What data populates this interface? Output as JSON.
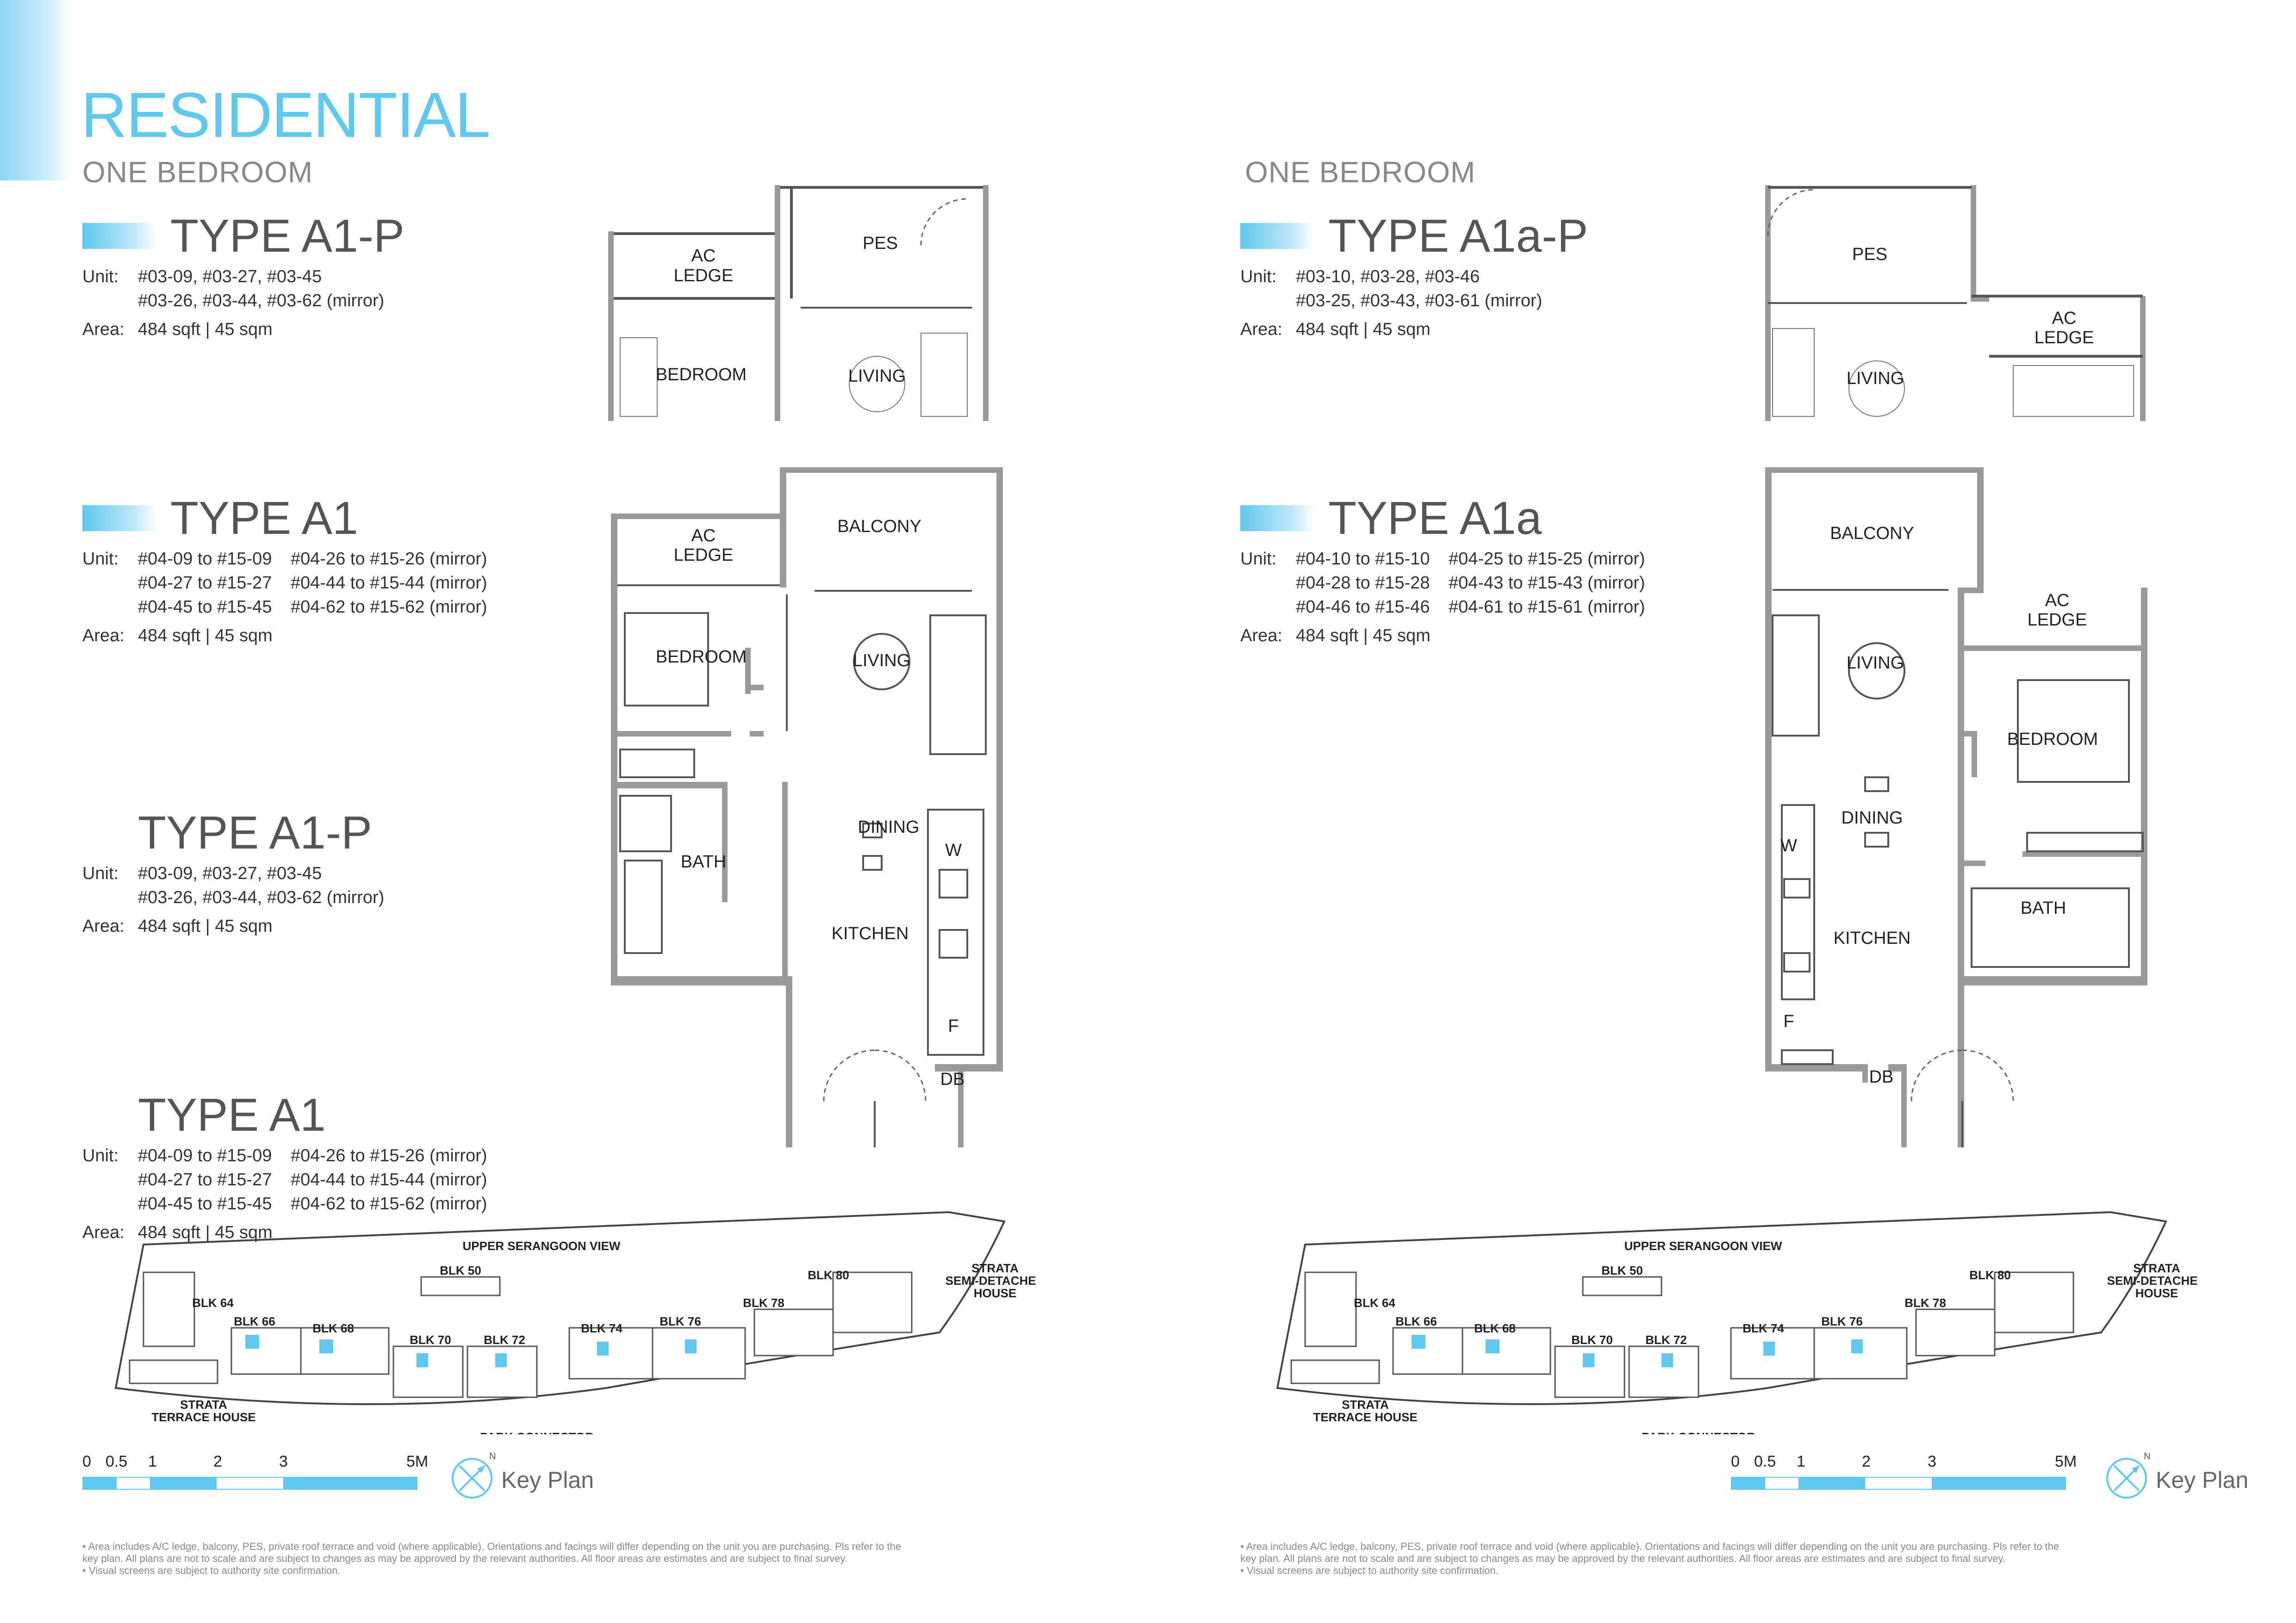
{
  "page": {
    "title": "RESIDENTIAL",
    "accent_color": "#5fc8ef"
  },
  "left": {
    "section": "ONE BEDROOM",
    "types": [
      {
        "name": "TYPE A1-P",
        "unit_label": "Unit:",
        "units_col1": [
          "#03-09, #03-27, #03-45",
          "#03-26, #03-44, #03-62 (mirror)"
        ],
        "units_col2": [],
        "area_label": "Area:",
        "area": "484 sqft | 45 sqm"
      },
      {
        "name": "TYPE A1",
        "unit_label": "Unit:",
        "units_col1": [
          "#04-09 to #15-09",
          "#04-27 to #15-27",
          "#04-45 to #15-45"
        ],
        "units_col2": [
          "#04-26 to #15-26 (mirror)",
          "#04-44 to #15-44 (mirror)",
          "#04-62 to #15-62 (mirror)"
        ],
        "area_label": "Area:",
        "area": "484 sqft | 45 sqm"
      },
      {
        "name": "TYPE A1-P",
        "unit_label": "Unit:",
        "units_col1": [
          "#03-09, #03-27, #03-45",
          "#03-26, #03-44, #03-62 (mirror)"
        ],
        "units_col2": [],
        "area_label": "Area:",
        "area": "484 sqft | 45 sqm"
      },
      {
        "name": "TYPE A1",
        "unit_label": "Unit:",
        "units_col1": [
          "#04-09 to #15-09",
          "#04-27 to #15-27",
          "#04-45 to #15-45"
        ],
        "units_col2": [
          "#04-26 to #15-26 (mirror)",
          "#04-44 to #15-44 (mirror)",
          "#04-62 to #15-62 (mirror)"
        ],
        "area_label": "Area:",
        "area": "484 sqft | 45 sqm"
      }
    ],
    "plan_top_labels": [
      "AC",
      "LEDGE",
      "PES",
      "BEDROOM",
      "LIVING"
    ],
    "plan_labels": [
      "AC",
      "LEDGE",
      "BALCONY",
      "BEDROOM",
      "LIVING",
      "DINING",
      "BATH",
      "W",
      "KITCHEN",
      "F",
      "DB"
    ]
  },
  "right": {
    "section": "ONE BEDROOM",
    "types": [
      {
        "name": "TYPE A1a-P",
        "unit_label": "Unit:",
        "units_col1": [
          "#03-10, #03-28, #03-46",
          "#03-25, #03-43, #03-61 (mirror)"
        ],
        "units_col2": [],
        "area_label": "Area:",
        "area": "484 sqft | 45 sqm"
      },
      {
        "name": "TYPE A1a",
        "unit_label": "Unit:",
        "units_col1": [
          "#04-10 to #15-10",
          "#04-28 to #15-28",
          "#04-46 to #15-46"
        ],
        "units_col2": [
          "#04-25 to #15-25 (mirror)",
          "#04-43 to #15-43 (mirror)",
          "#04-61 to #15-61 (mirror)"
        ],
        "area_label": "Area:",
        "area": "484 sqft | 45 sqm"
      }
    ],
    "plan_top_labels": [
      "PES",
      "AC",
      "LEDGE",
      "LIVING"
    ],
    "plan_labels": [
      "BALCONY",
      "AC",
      "LEDGE",
      "LIVING",
      "BEDROOM",
      "DINING",
      "W",
      "BATH",
      "KITCHEN",
      "F",
      "DB"
    ]
  },
  "keyplan": {
    "road_top": "UPPER SERANGOON VIEW",
    "road_bottom": "PARK CONNECTOR",
    "terrace": [
      "STRATA",
      "TERRACE HOUSE"
    ],
    "semi": [
      "STRATA",
      "SEMI-DETACHED",
      "HOUSE"
    ],
    "blocks": [
      "BLK 50",
      "BLK 64",
      "BLK 66",
      "BLK 68",
      "BLK 70",
      "BLK 72",
      "BLK 74",
      "BLK 76",
      "BLK 78",
      "BLK 80"
    ],
    "label": "Key Plan",
    "north": "N"
  },
  "scale": {
    "labels": [
      "0",
      "0.5",
      "1",
      "2",
      "3",
      "5M"
    ]
  },
  "footnotes": [
    "• Area includes A/C ledge, balcony, PES, private roof terrace and void (where applicable). Orientations and facings will differ depending on the unit you are purchasing. Pls refer to the",
    "  key plan. All plans are not to scale and are subject to changes as may be approved by the relevant authorities. All floor areas are estimates and are subject to final survey.",
    "• Visual screens are subject to authority site confirmation."
  ]
}
